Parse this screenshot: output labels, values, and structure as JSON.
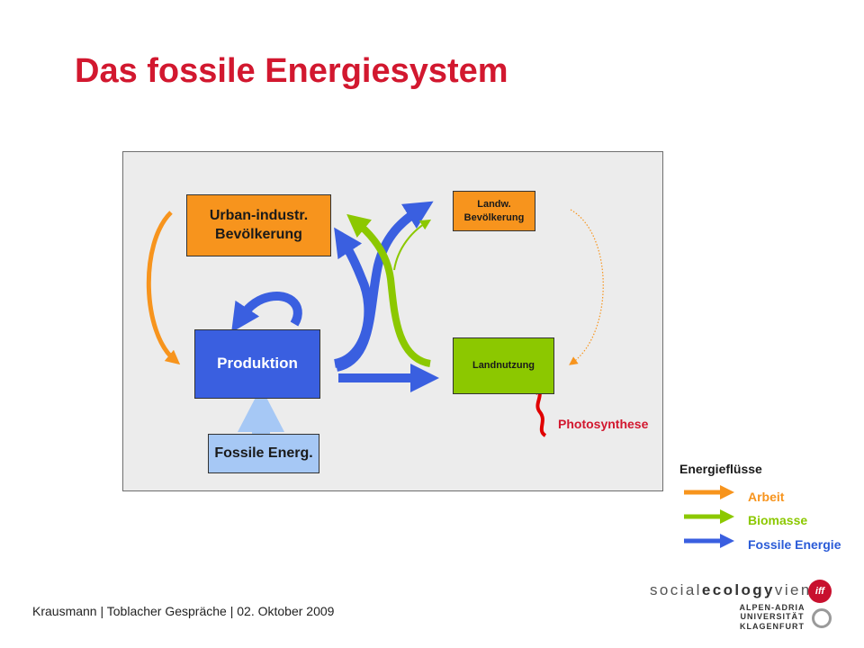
{
  "title": "Das fossile Energiesystem",
  "nodes": {
    "urban": "Urban-industr.\nBevölkerung",
    "landw": "Landw.\nBevölkerung",
    "produktion": "Produktion",
    "landnutzung": "Landnutzung",
    "fossil": "Fossile Energ."
  },
  "photosynthese_label": "Photosynthese",
  "legend": {
    "title": "Energieflüsse",
    "items": [
      {
        "label": "Arbeit",
        "color": "#f7941d"
      },
      {
        "label": "Biomasse",
        "color": "#8cc800"
      },
      {
        "label": "Fossile Energie",
        "color": "#2a5bd7"
      }
    ]
  },
  "colors": {
    "title": "#d2182f",
    "arbeit": "#f7941d",
    "biomasse": "#8cc800",
    "fossil": "#2a5bd7",
    "fossil_source": "#a6c8f5",
    "photosynthese": "#e00000"
  },
  "footer": "Krausmann | Toblacher Gespräche | 02. Oktober 2009",
  "logos": {
    "sev_social": "social",
    "sev_ecology": "ecology",
    "sev_vienna": "vienna",
    "iff": "iff",
    "university": "ALPEN-ADRIA\nUNIVERSITÄT\nKLAGENFURT"
  }
}
